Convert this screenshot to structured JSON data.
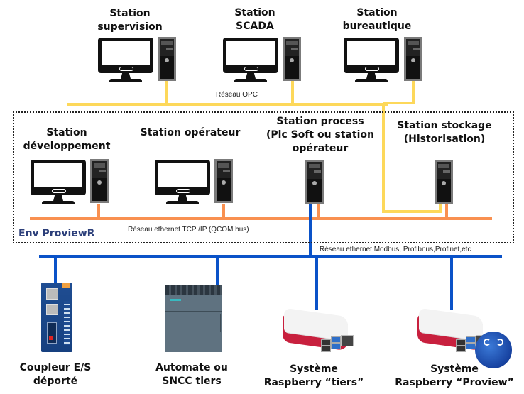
{
  "diagram": {
    "env_label": "Env ProviewR",
    "colors": {
      "opc_network": "#fdd85a",
      "ethernet_network": "#f99050",
      "fieldbus_network": "#0a52c8",
      "env_label": "#2c3f7a"
    },
    "networks": {
      "opc": "Réseau OPC",
      "ethernet": "Réseau ethernet TCP /IP (QCOM bus)",
      "fieldbus": "Réseau ethernet Modbus, Profibnus,Profinet,etc"
    },
    "top_stations": [
      {
        "line1": "Station",
        "line2": "supervision",
        "icon": "computer-icon"
      },
      {
        "line1": "Station",
        "line2": "SCADA",
        "icon": "computer-icon"
      },
      {
        "line1": "Station",
        "line2": "bureautique",
        "icon": "computer-icon"
      }
    ],
    "env_stations": [
      {
        "line1": "Station",
        "line2": "développement",
        "icon": "computer-icon"
      },
      {
        "line1": "Station opérateur",
        "line2": "",
        "icon": "computer-icon"
      },
      {
        "line1": "Station process",
        "line2": "(Plc Soft ou station",
        "line3": "opérateur",
        "icon": "tower-icon"
      },
      {
        "line1": "Station stockage",
        "line2": "(Historisation)",
        "icon": "tower-icon"
      }
    ],
    "field_devices": [
      {
        "line1": "Coupleur E/S",
        "line2": "déporté",
        "icon": "io-coupler-icon"
      },
      {
        "line1": "Automate ou",
        "line2": "SNCC tiers",
        "icon": "plc-icon"
      },
      {
        "line1": "Système",
        "line2": "Raspberry “tiers”",
        "icon": "raspberry-pi-icon"
      },
      {
        "line1": "Système",
        "line2": "Raspberry “Proview”",
        "icon": "raspberry-pi-icon"
      }
    ]
  }
}
